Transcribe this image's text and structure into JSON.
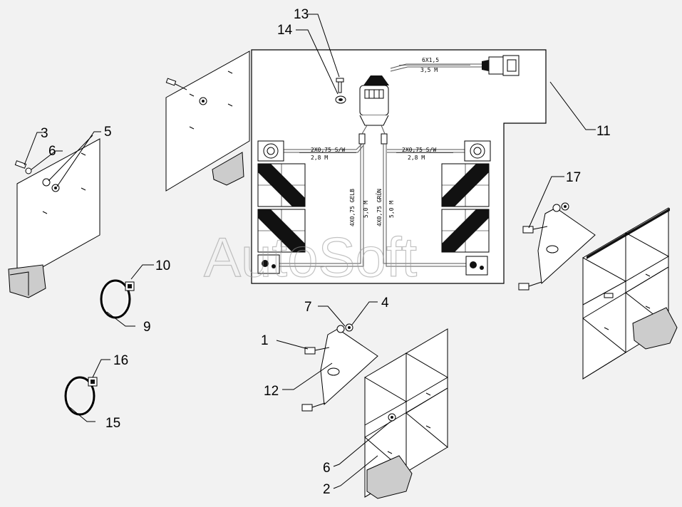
{
  "callouts": {
    "n1": "1",
    "n2": "2",
    "n3": "3",
    "n4": "4",
    "n5": "5",
    "n6a": "6",
    "n6b": "6",
    "n7": "7",
    "n9": "9",
    "n10": "10",
    "n11": "11",
    "n12": "12",
    "n13": "13",
    "n14": "14",
    "n15": "15",
    "n16": "16",
    "n17": "17"
  },
  "cables": {
    "main_spec": "6X1,5",
    "main_len": "3,5 M",
    "left_spec": "2X0,75 S/W",
    "left_len": "2,8 M",
    "right_spec": "2X0,75 S/W",
    "right_len": "2,8 M",
    "yellow_spec": "4X0,75 GELB",
    "yellow_len": "5,0 M",
    "green_spec": "4X0,75 GRÜN",
    "green_len": "5,0 M"
  },
  "watermark": "AutoSoft"
}
